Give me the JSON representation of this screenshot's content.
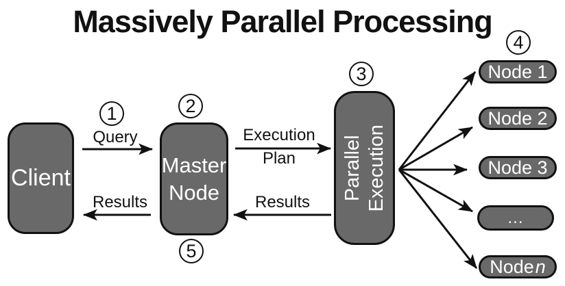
{
  "title": "Massively Parallel Processing",
  "colors": {
    "bg": "#ffffff",
    "box_fill": "#696969",
    "box_border": "#111111",
    "ink": "#111111",
    "text_light": "#ffffff"
  },
  "client": {
    "label": "Client"
  },
  "master_node": {
    "lines": [
      "Master",
      "Node"
    ]
  },
  "parallel_execution": {
    "lines": [
      "Parallel",
      "Execution"
    ]
  },
  "worker_nodes": {
    "node1": "Node 1",
    "node2": "Node 2",
    "node3": "Node 3",
    "ellipsis": "...",
    "node_n_prefix": "Node",
    "node_n_var": "n"
  },
  "edges": {
    "query": "Query",
    "execution_plan_line1": "Execution",
    "execution_plan_line2": "Plan",
    "results_parallel_to_master": "Results",
    "results_master_to_client": "Results"
  },
  "steps": [
    "1",
    "2",
    "3",
    "4",
    "5"
  ]
}
